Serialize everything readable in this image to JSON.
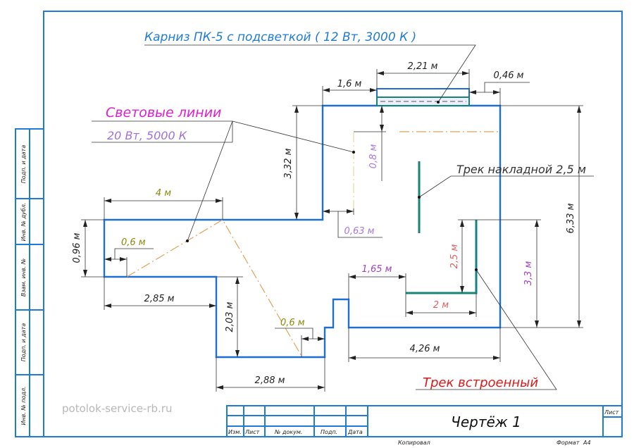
{
  "title_block": {
    "drawing_title": "Чертёж 1",
    "sheet_label": "Лист",
    "columns": [
      "Изм.",
      "Лист",
      "№ докум.",
      "Подп.",
      "Дата"
    ],
    "copied_label": "Копировал",
    "format_label": "Формат",
    "format_value": "A4"
  },
  "side_stamp": [
    "Подп. и дата",
    "Инв. № дубл.",
    "Взам. инв. №",
    "Подп. и дата",
    "Инв. № подл."
  ],
  "watermark": "potolok-service-rb.ru",
  "callouts": {
    "cornice": "Карниз ПК-5 с подсветкой ( 12 Вт, 3000 К )",
    "light_lines_title": "Световые линии",
    "light_lines_spec": "20 Вт, 5000 К",
    "surface_track": "Трек накладной 2,5 м",
    "built_in_track": "Трек встроенный"
  },
  "dimensions": {
    "d4": "4 м",
    "d096": "0,96 м",
    "d06a": "0,6 м",
    "d285": "2,85 м",
    "d203": "2,03 м",
    "d288": "2,88 м",
    "d06b": "0,6 м",
    "d332": "3,32 м",
    "d16": "1,6 м",
    "d221": "2,21 м",
    "d046": "0,46 м",
    "d08": "0,8 м",
    "d063": "0,63 м",
    "d165": "1,65 м",
    "d25": "2,5 м",
    "d2": "2 м",
    "d33": "3,3 м",
    "d633": "6,33 м",
    "d426": "4,26 м"
  },
  "colors": {
    "frame": "#1f7bd6",
    "cornice_text": "#1f7bd6",
    "light_title": "#e020d0",
    "light_spec": "#a070d8",
    "track": "#15857a",
    "built_in_text": "#e01818",
    "olive": "#8a8a10",
    "purple": "#a040c0",
    "salmon": "#e06060"
  }
}
